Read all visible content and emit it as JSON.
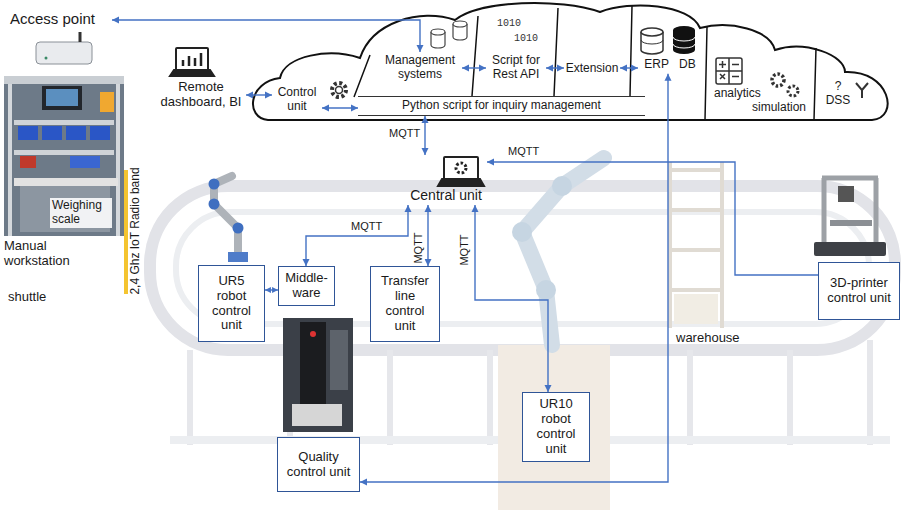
{
  "diagram": {
    "nodes": [
      {
        "text": [
          "Access point"
        ]
      },
      {
        "text": [
          "Control unit"
        ]
      },
      {
        "text": [
          "Management systems"
        ]
      },
      {
        "text": [
          "Script for Rest API"
        ]
      },
      {
        "text": [
          "Extension"
        ]
      },
      {
        "text": [
          "ERP",
          "DB"
        ]
      },
      {
        "text": [
          "analytics",
          "simulation"
        ]
      },
      {
        "text": [
          "?",
          "DSS"
        ]
      },
      {
        "text": [
          "Python script for inquiry management"
        ]
      },
      {
        "text": [
          "Remote dashboard, BI"
        ]
      },
      {
        "text": [
          "Central unit"
        ]
      },
      {
        "text": [
          "UR5 robot control unit"
        ]
      },
      {
        "text": [
          "Middle-ware"
        ]
      },
      {
        "text": [
          "Transfer line control unit"
        ]
      },
      {
        "text": [
          "Quality control unit"
        ]
      },
      {
        "text": [
          "UR10 robot control unit"
        ]
      },
      {
        "text": [
          "3D-printer control unit"
        ]
      }
    ],
    "edges": [
      {
        "from": 0,
        "to": 2,
        "arrow": "both"
      },
      {
        "from": 9,
        "to": 1,
        "arrow": "both"
      },
      {
        "from": 10,
        "to": 8,
        "label": "MQTT",
        "arrow": "both"
      },
      {
        "from": 16,
        "to": 10,
        "label": "MQTT",
        "arrow": "to"
      },
      {
        "from": 10,
        "to": 12,
        "label": "MQTT",
        "arrow": "both"
      },
      {
        "from": 10,
        "to": 13,
        "label": "MQTT",
        "arrow": "both"
      },
      {
        "from": 10,
        "to": 15,
        "label": "MQTT",
        "arrow": "both"
      },
      {
        "from": 11,
        "to": 12,
        "arrow": "both"
      },
      {
        "from": 5,
        "to": 14,
        "arrow": "both"
      },
      {
        "from": 2,
        "to": 3,
        "arrow": "both"
      },
      {
        "from": 3,
        "to": 4,
        "arrow": "both"
      },
      {
        "from": 4,
        "to": 5,
        "arrow": "both"
      },
      {
        "from": 1,
        "to": 8,
        "arrow": "both"
      }
    ],
    "labels": [
      "1010",
      "1010",
      "Weighing scale",
      "Manual workstation",
      "2,4 Ghz IoT Radio band",
      "shuttle",
      "warehouse"
    ]
  }
}
